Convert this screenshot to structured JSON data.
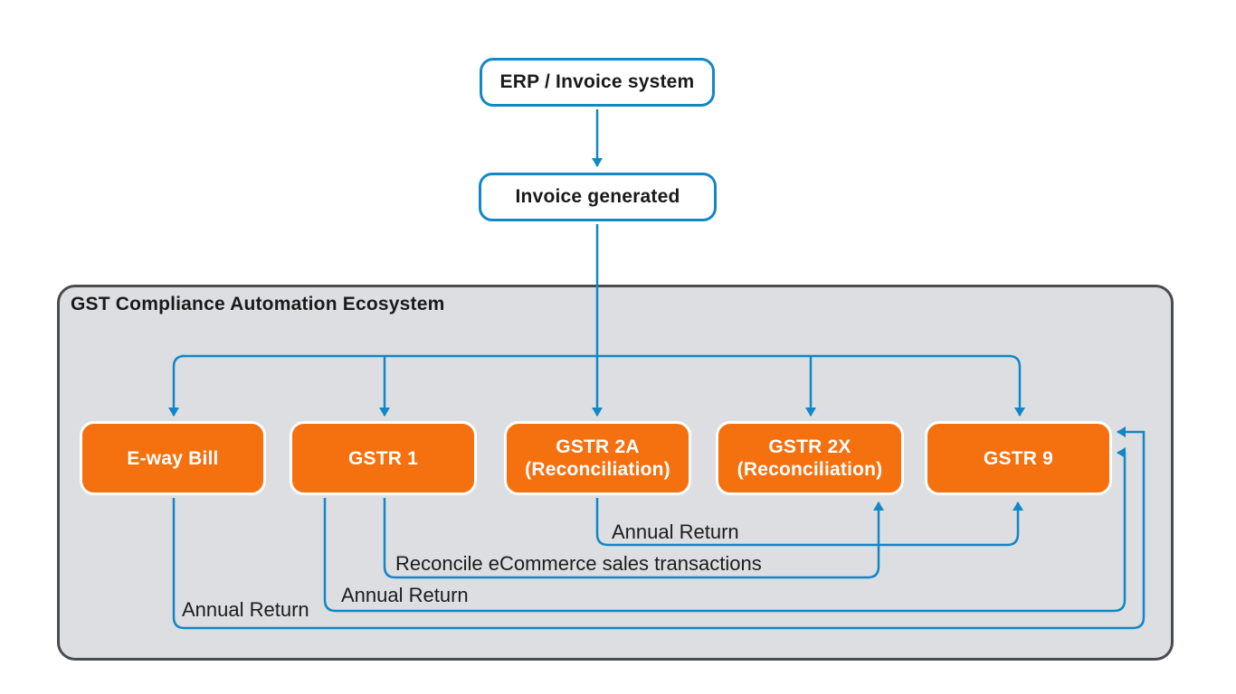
{
  "colors": {
    "line": "#1287C6",
    "node": "#F5700F",
    "container_bg": "#DCDEE1",
    "container_border": "#4A4B4D",
    "text_dark": "#1A1A1A",
    "node_text": "#FFFFFF"
  },
  "flow": {
    "erp": {
      "label": "ERP / Invoice system"
    },
    "invoice": {
      "label": "Invoice generated"
    }
  },
  "ecosystem": {
    "title": "GST Compliance Automation Ecosystem",
    "nodes": [
      {
        "id": "eway-bill",
        "label": "E-way Bill"
      },
      {
        "id": "gstr-1",
        "label": "GSTR 1"
      },
      {
        "id": "gstr-2a",
        "label": "GSTR 2A",
        "sublabel": "(Reconciliation)"
      },
      {
        "id": "gstr-2x",
        "label": "GSTR 2X",
        "sublabel": "(Reconciliation)"
      },
      {
        "id": "gstr-9",
        "label": "GSTR 9"
      }
    ],
    "edges": [
      {
        "from": "E-way Bill",
        "to": "GSTR 9",
        "label": "Annual Return"
      },
      {
        "from": "GSTR 1",
        "to": "GSTR 9",
        "label": "Annual Return"
      },
      {
        "from": "GSTR 1",
        "to": "GSTR 2X",
        "label": "Reconcile eCommerce sales transactions"
      },
      {
        "from": "GSTR 2A",
        "to": "GSTR 9",
        "label": "Annual Return"
      }
    ]
  }
}
